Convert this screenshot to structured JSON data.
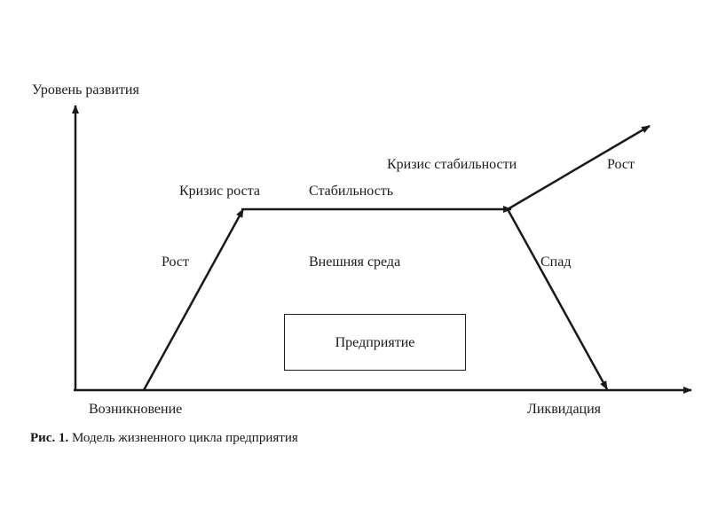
{
  "axes": {
    "y_label": "Уровень развития"
  },
  "stages": {
    "origin": "Возникновение",
    "growth": "Рост",
    "growth_crisis": "Кризис роста",
    "stability": "Стабильность",
    "stability_crisis": "Кризис стабильности",
    "regrowth": "Рост",
    "decline": "Спад",
    "liquidation": "Ликвидация"
  },
  "environment_label": "Внешняя среда",
  "enterprise_label": "Предприятие",
  "caption": {
    "prefix": "Рис. 1.",
    "text": "Модель жизненного цикла предприятия"
  },
  "colors": {
    "ink": "#1a1a1a",
    "background": "#ffffff"
  }
}
